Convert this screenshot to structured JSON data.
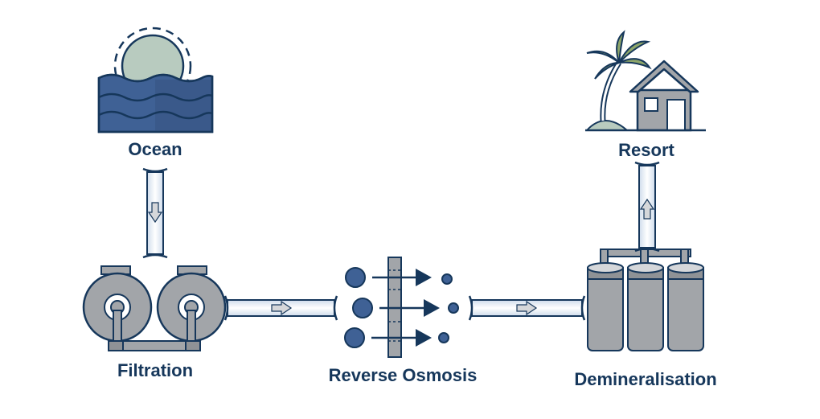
{
  "labels": {
    "ocean": "Ocean",
    "resort": "Resort",
    "filtration": "Filtration",
    "reverse_osmosis": "Reverse Osmosis",
    "demineralisation": "Demineralisation"
  },
  "colors": {
    "navy": "#16375b",
    "blue": "#3f6195",
    "sky_blue": "#cfdcec",
    "grey": "#a2a5a9",
    "light_grey": "#d5d7da",
    "sun": "#b8cbbf",
    "palm_green": "#8ea66a"
  }
}
